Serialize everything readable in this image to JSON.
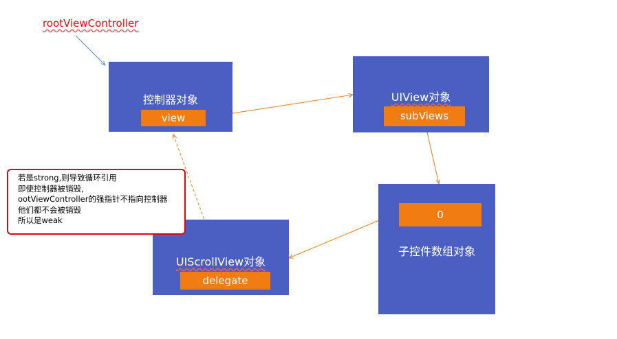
{
  "root_label": "rootViewController",
  "controller": {
    "title": "控制器对象",
    "prop": "view"
  },
  "uiview": {
    "title": "UIView对象",
    "prop": "subViews"
  },
  "subviews_array": {
    "prop": "0",
    "title": "子控件数组对象"
  },
  "scrollview": {
    "title": "UIScrollView对象",
    "prop": "delegate"
  },
  "note": {
    "lines": [
      "若是strong,则导致循环引用",
      "即使控制器被销毁,",
      "ootViewController的强指针不指向控制器",
      "他们都不会被销毁",
      "所以是weak"
    ]
  },
  "colors": {
    "box": "#4a5fc1",
    "pill": "#f07c12",
    "arrow_orange": "#f07c12",
    "arrow_blue": "#5b8fd6",
    "note_border": "#e60012",
    "root_label": "#ff0000"
  }
}
